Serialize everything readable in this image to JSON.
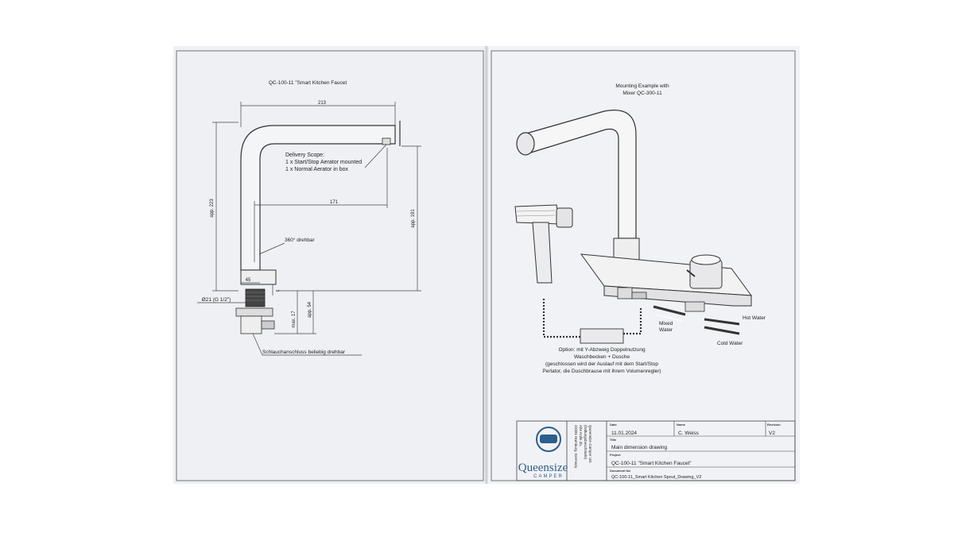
{
  "left_page": {
    "title": "QC-100-11 \"Smart Kitchen Faucet",
    "dim_213": "213",
    "dim_223": "app. 223",
    "dim_171": "171",
    "dim_191": "app. 191",
    "dim_45": "45",
    "dim_6": "6",
    "dim_thread": "Ø21 (G 1/2\")",
    "dim_max17": "max. 17",
    "dim_54": "app. 54",
    "delivery_title": "Delivery Scope:",
    "delivery_line1": "1 x Start/Stop Aerator mounted",
    "delivery_line2": "1 x Normal Aerator in box",
    "rotation_label": "360° drehbar",
    "hose_label": "Schlauchanschluss beliebig drehbar"
  },
  "right_page": {
    "mount_title_1": "Mounting Example with",
    "mount_title_2": "Mixer QC-300-11",
    "mixed_water_1": "Mixed",
    "mixed_water_2": "Water",
    "hot_water": "Hot Water",
    "cold_water": "Cold Water",
    "option_line1": "Option: mit Y-Abzweig Doppelnutzung",
    "option_line2": "Waschbecken + Dusche",
    "option_line3": "(geschlossen wird der Auslauf mit dem Start/Stop",
    "option_line4": "Perlator, die Duschbrause mit ihrem Volumenregler)"
  },
  "title_block": {
    "logo_text": "Queensize",
    "logo_sub": "CAMPER",
    "company_1": "Queensize Camper UG",
    "company_2": "(haftungsbeschränkt)",
    "company_3": "Alte Kolle 2b,",
    "company_4": "22391 Hamburg, Germany",
    "date_label": "Date",
    "date_value": "11.01.2024",
    "name_label": "Name",
    "name_value": "C. Weiss",
    "revision_label": "Revision",
    "revision_value": "V2",
    "title_label": "Title",
    "title_value": "Main dimension drawing",
    "project_label": "Project",
    "project_value": "QC-100-11 \"Smart Kitchen Faucet\"",
    "document_label": "Document No",
    "document_value": "QC-100-11_Smart Kitchen Spout_Drawing_V2"
  }
}
